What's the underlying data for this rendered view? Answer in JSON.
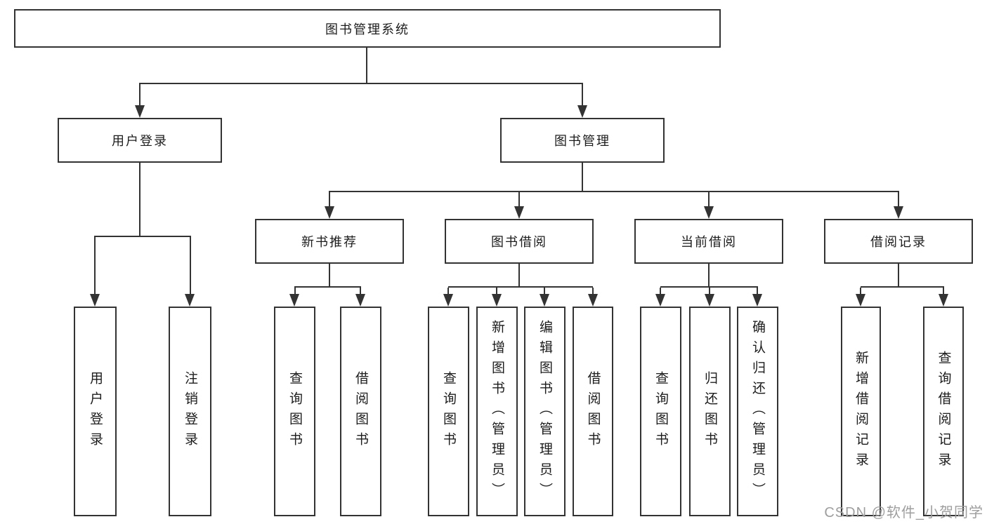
{
  "diagram": {
    "root": {
      "label": "图书管理系统"
    },
    "level2": [
      {
        "label": "用户登录"
      },
      {
        "label": "图书管理"
      }
    ],
    "level3": [
      {
        "label": "新书推荐"
      },
      {
        "label": "图书借阅"
      },
      {
        "label": "当前借阅"
      },
      {
        "label": "借阅记录"
      }
    ],
    "leafGroups": [
      {
        "parent": "用户登录",
        "children": [
          "用户登录",
          "注销登录"
        ]
      },
      {
        "parent": "新书推荐",
        "children": [
          "查询图书",
          "借阅图书"
        ]
      },
      {
        "parent": "图书借阅",
        "children": [
          "查询图书",
          "新增图书（管理员）",
          "编辑图书（管理员）",
          "借阅图书"
        ]
      },
      {
        "parent": "当前借阅",
        "children": [
          "查询图书",
          "归还图书",
          "确认归还（管理员）"
        ]
      },
      {
        "parent": "借阅记录",
        "children": [
          "新增借阅记录",
          "查询借阅记录"
        ]
      }
    ]
  },
  "watermark": {
    "text": "CSDN @软件_小贺同学"
  },
  "colors": {
    "line": "#333333",
    "text": "#1c1c1c",
    "background": "#ffffff",
    "watermark": "#9e9e9e"
  }
}
